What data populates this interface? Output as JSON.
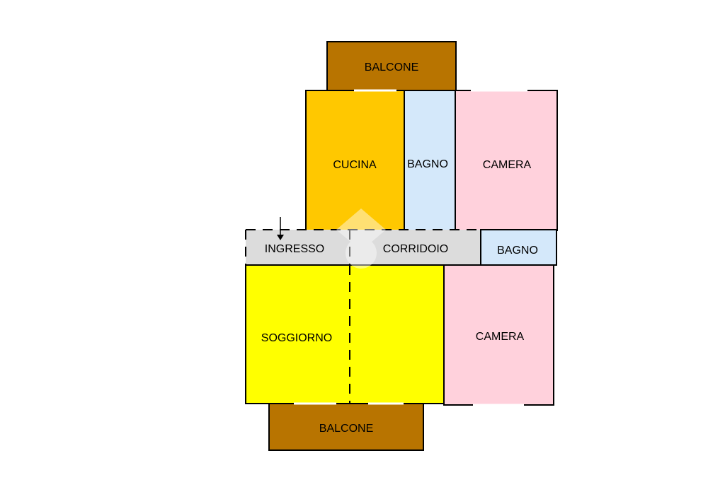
{
  "colors": {
    "balcone": "#B87400",
    "cucina": "#FFC800",
    "bagno": "#D4E8FA",
    "camera": "#FFD1DC",
    "corridoio": "#DCDCDC",
    "soggiorno": "#FFFF00",
    "outline": "#000000"
  },
  "rooms": {
    "balcone_top": "BALCONE",
    "cucina": "CUCINA",
    "bagno_top": "BAGNO",
    "camera_top": "CAMERA",
    "ingresso": "INGRESSO",
    "corridoio": "CORRIDOIO",
    "bagno_right": "BAGNO",
    "soggiorno": "SOGGIORNO",
    "camera_bottom": "CAMERA",
    "balcone_bottom": "BALCONE"
  },
  "icons": {
    "entrance": "entrance-arrow-icon"
  }
}
